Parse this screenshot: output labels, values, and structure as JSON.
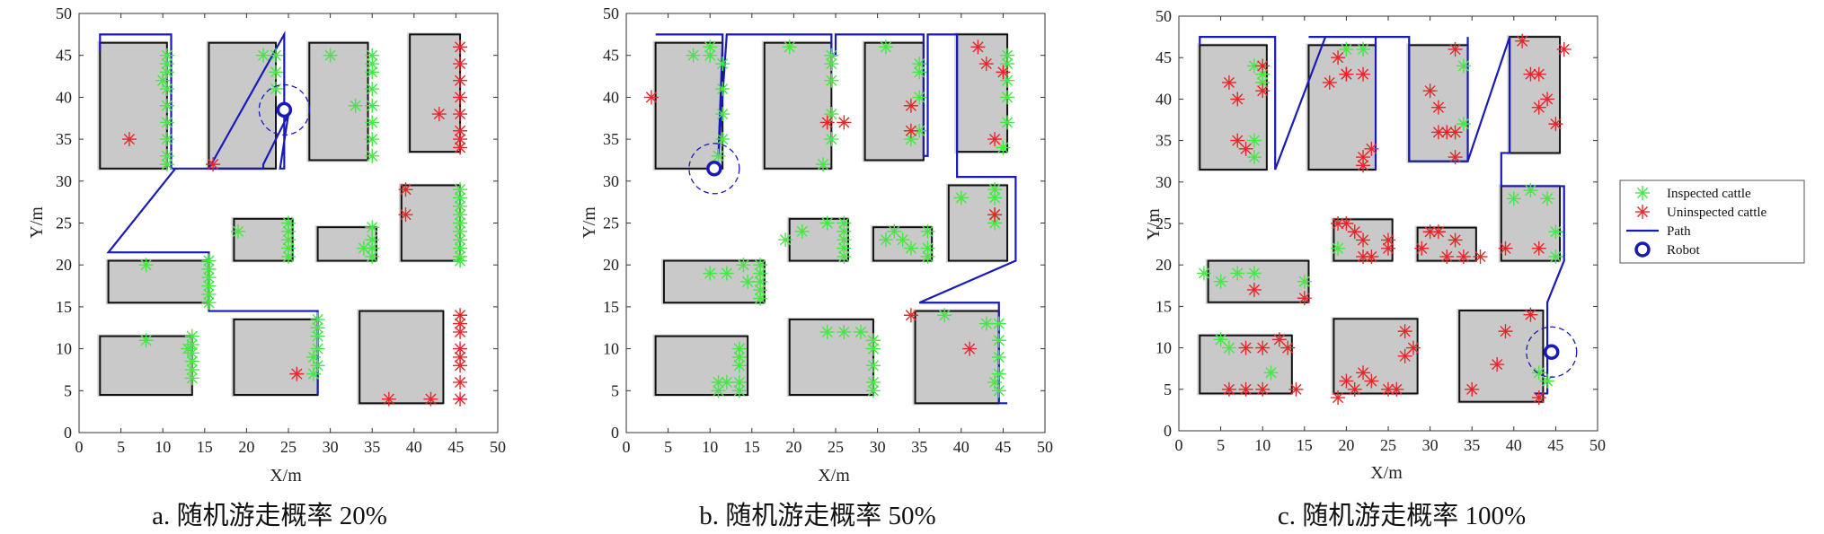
{
  "chart_data": [
    {
      "type": "scatter",
      "caption": "a. 随机游走概率 20%",
      "xlabel": "X/m",
      "ylabel": "Y/m",
      "xlim": [
        0,
        50
      ],
      "ylim": [
        0,
        50
      ],
      "xticks": [
        "0",
        "5",
        "10",
        "15",
        "20",
        "25",
        "30",
        "35",
        "40",
        "45",
        "50"
      ],
      "yticks": [
        "0",
        "5",
        "10",
        "15",
        "20",
        "25",
        "30",
        "35",
        "40",
        "45",
        "50"
      ],
      "pens": [
        {
          "x": [
            2.5,
            10.5
          ],
          "y": [
            31.5,
            46.5
          ]
        },
        {
          "x": [
            15.5,
            23.5
          ],
          "y": [
            31.5,
            46.5
          ]
        },
        {
          "x": [
            27.5,
            34.5
          ],
          "y": [
            32.5,
            46.5
          ]
        },
        {
          "x": [
            39.5,
            45.5
          ],
          "y": [
            33.5,
            47.5
          ]
        },
        {
          "x": [
            3.5,
            15.5
          ],
          "y": [
            15.5,
            20.5
          ]
        },
        {
          "x": [
            18.5,
            25.5
          ],
          "y": [
            20.5,
            25.5
          ]
        },
        {
          "x": [
            28.5,
            35.5
          ],
          "y": [
            20.5,
            24.5
          ]
        },
        {
          "x": [
            38.5,
            45.5
          ],
          "y": [
            20.5,
            29.5
          ]
        },
        {
          "x": [
            2.5,
            13.5
          ],
          "y": [
            4.5,
            11.5
          ]
        },
        {
          "x": [
            18.5,
            28.5
          ],
          "y": [
            4.5,
            13.5
          ]
        },
        {
          "x": [
            33.5,
            43.5
          ],
          "y": [
            3.5,
            14.5
          ]
        }
      ],
      "inspected": {
        "x": [
          10.5,
          10.5,
          10.5,
          10.5,
          10.5,
          10.5,
          10.5,
          10.5,
          10.5,
          10,
          22,
          23.5,
          23.5,
          23.5,
          35,
          35,
          35,
          35,
          35,
          35,
          35,
          35,
          30,
          33,
          8,
          15.5,
          15.5,
          15.5,
          15.5,
          15.5,
          15.5,
          19,
          25,
          25,
          25,
          25,
          25,
          35,
          35,
          35,
          35,
          34,
          45.5,
          45.5,
          45.5,
          45.5,
          45.5,
          45.5,
          45.5,
          45.5,
          45.5,
          45.5,
          8,
          13.5,
          13.5,
          13.5,
          13.5,
          13.5,
          13.5,
          13,
          28.5,
          28.5,
          28.5,
          28.5,
          28.5,
          28,
          28
        ],
        "y": [
          45,
          43,
          41,
          39,
          37,
          35,
          33,
          32,
          44,
          42,
          45,
          45,
          43,
          41,
          45,
          43,
          41,
          39,
          37,
          35,
          33,
          44,
          45,
          39,
          20,
          20.5,
          19.5,
          18.5,
          17.5,
          16.5,
          15.5,
          24,
          25,
          24,
          23,
          22,
          21,
          24.5,
          23,
          22,
          21,
          22,
          29,
          28,
          27,
          26,
          25,
          24,
          23,
          22,
          21,
          20.5,
          11,
          11.5,
          10.5,
          9.5,
          8.5,
          7.5,
          6.5,
          10,
          13.5,
          12.5,
          11.5,
          10,
          8,
          9,
          7
        ]
      },
      "uninspected": {
        "x": [
          6,
          16,
          39,
          39,
          45.5,
          45.5,
          45.5,
          45.5,
          45.5,
          45.5,
          45.5,
          45.5,
          43,
          45.5,
          45.5,
          45.5,
          45.5,
          45.5,
          45.5,
          45.5,
          45.5,
          42,
          37,
          26
        ],
        "y": [
          35,
          32,
          29,
          26,
          46,
          44,
          42,
          40,
          38,
          36,
          34,
          35,
          38,
          14,
          12,
          10,
          8,
          6,
          4,
          13,
          9,
          4,
          4,
          7
        ]
      },
      "path": {
        "x": [
          2.5,
          2.5,
          11,
          11,
          15.5,
          24.5,
          24.5,
          24,
          25,
          22,
          22,
          11.5,
          11.5,
          3.5,
          3.5,
          15.5,
          15.5,
          18.5,
          18.5,
          28.5,
          28.5,
          28.5
        ],
        "y": [
          45.5,
          47.5,
          47.5,
          31.5,
          31.5,
          47.5,
          31.5,
          31.5,
          38,
          32,
          31.5,
          31.5,
          31.5,
          21.5,
          21.5,
          21.5,
          14.5,
          14.5,
          14.5,
          14.5,
          4.5,
          4.5
        ]
      },
      "path_points": [
        [
          2.5,
          46.5
        ],
        [
          2.5,
          47.5
        ],
        [
          11,
          47.5
        ],
        [
          11,
          46.5
        ],
        [
          15.5,
          47.5
        ],
        [
          24.5,
          47.5
        ],
        [
          24.5,
          31.5
        ],
        [
          24,
          38.5
        ],
        [
          24.5,
          31.5
        ],
        [
          11.5,
          31.5
        ],
        [
          11,
          31.5
        ],
        [
          3.5,
          21.5
        ],
        [
          15,
          21.5
        ],
        [
          16,
          21.5
        ],
        [
          16,
          15.5
        ],
        [
          16,
          14.5
        ],
        [
          18.5,
          14.5
        ],
        [
          29,
          14.5
        ],
        [
          29,
          4.5
        ],
        [
          28.5,
          4.5
        ]
      ],
      "robot": {
        "x": 24.5,
        "y": 38.5,
        "radius": 3
      }
    },
    {
      "type": "scatter",
      "caption": "b. 随机游走概率 50%",
      "xlabel": "X/m",
      "ylabel": "Y/m",
      "xlim": [
        0,
        50
      ],
      "ylim": [
        0,
        50
      ],
      "xticks": [
        "0",
        "5",
        "10",
        "15",
        "20",
        "25",
        "30",
        "35",
        "40",
        "45",
        "50"
      ],
      "yticks": [
        "0",
        "5",
        "10",
        "15",
        "20",
        "25",
        "30",
        "35",
        "40",
        "45",
        "50"
      ],
      "pens": [
        {
          "x": [
            3.5,
            11.5
          ],
          "y": [
            31.5,
            46.5
          ]
        },
        {
          "x": [
            16.5,
            24.5
          ],
          "y": [
            31.5,
            46.5
          ]
        },
        {
          "x": [
            28.5,
            35.5
          ],
          "y": [
            32.5,
            46.5
          ]
        },
        {
          "x": [
            39.5,
            45.5
          ],
          "y": [
            33.5,
            47.5
          ]
        },
        {
          "x": [
            4.5,
            16.5
          ],
          "y": [
            15.5,
            20.5
          ]
        },
        {
          "x": [
            19.5,
            26.5
          ],
          "y": [
            20.5,
            25.5
          ]
        },
        {
          "x": [
            29.5,
            36.5
          ],
          "y": [
            20.5,
            24.5
          ]
        },
        {
          "x": [
            38.5,
            45.5
          ],
          "y": [
            20.5,
            29.5
          ]
        },
        {
          "x": [
            3.5,
            14.5
          ],
          "y": [
            4.5,
            11.5
          ]
        },
        {
          "x": [
            19.5,
            29.5
          ],
          "y": [
            4.5,
            13.5
          ]
        },
        {
          "x": [
            34.5,
            44.5
          ],
          "y": [
            3.5,
            14.5
          ]
        }
      ],
      "inspected": {
        "x": [
          8,
          10,
          10,
          11.5,
          11.5,
          11.5,
          11.5,
          11,
          19.5,
          24.5,
          24.5,
          24.5,
          24.5,
          24.5,
          23.5,
          31,
          35,
          35,
          35,
          35,
          34,
          45.5,
          45.5,
          45.5,
          45.5,
          45.5,
          45,
          10,
          12,
          14,
          16,
          16,
          16,
          16,
          16,
          14.5,
          19,
          21,
          24,
          26,
          26,
          26,
          26,
          26,
          31,
          32,
          33,
          34,
          36,
          36,
          36,
          44,
          44,
          44,
          44,
          40,
          11,
          11,
          12,
          13.5,
          13.5,
          13.5,
          13.5,
          13.5,
          24,
          26,
          28,
          29.5,
          29.5,
          29.5,
          29.5,
          29.5,
          43,
          44.5,
          44.5,
          44.5,
          44.5,
          44.5,
          44,
          38
        ],
        "y": [
          45,
          46,
          45,
          44,
          41,
          38,
          35,
          33,
          46,
          45,
          44,
          42,
          38,
          35,
          32,
          46,
          43,
          44,
          40,
          36,
          35,
          45,
          44,
          42,
          40,
          37,
          34,
          19,
          19,
          20,
          20,
          19,
          18,
          17,
          16,
          18,
          23,
          24,
          25,
          25,
          24,
          23,
          22,
          21,
          23,
          24,
          23,
          22,
          24,
          22,
          21,
          29,
          28,
          26,
          25,
          28,
          6,
          5,
          6,
          10,
          9,
          8,
          6,
          5,
          12,
          12,
          12,
          11,
          10,
          8,
          6,
          5,
          13,
          13,
          11,
          9,
          7,
          5,
          6,
          14
        ]
      },
      "uninspected": {
        "x": [
          3,
          24,
          26,
          34,
          34,
          42,
          43,
          45,
          44,
          44,
          34,
          41,
          44
        ],
        "y": [
          40,
          37,
          37,
          39,
          36,
          46,
          44,
          43,
          35,
          26,
          14,
          10,
          26
        ]
      },
      "path": {
        "x": [
          3.5,
          11.5,
          11.5,
          11,
          11,
          12,
          12,
          24.5,
          24.5,
          25,
          25,
          35.5,
          35.5,
          36,
          36,
          39.5,
          39.5,
          39.5,
          46.5,
          46.5,
          46.5,
          46.5,
          46.5,
          35,
          35,
          44.5,
          44.5,
          45.5,
          45.5
        ],
        "y": [
          47.5,
          47.5,
          46.5,
          33,
          33,
          47.5,
          47.5,
          47.5,
          45,
          45,
          47.5,
          47.5,
          33,
          33,
          47.5,
          47.5,
          33,
          30.5,
          30.5,
          29.5,
          29.5,
          20.5,
          20.5,
          15.5,
          15.5,
          15.5,
          3.5,
          3.5,
          3.5
        ]
      },
      "robot": {
        "x": 10.5,
        "y": 31.5,
        "radius": 3
      }
    },
    {
      "type": "scatter",
      "caption": "c.    随机游走概率 100%",
      "xlabel": "X/m",
      "ylabel": "Y/m",
      "xlim": [
        0,
        50
      ],
      "ylim": [
        0,
        50
      ],
      "xticks": [
        "0",
        "5",
        "10",
        "15",
        "20",
        "25",
        "30",
        "35",
        "40",
        "45",
        "50"
      ],
      "yticks": [
        "0",
        "5",
        "10",
        "15",
        "20",
        "25",
        "30",
        "35",
        "40",
        "45",
        "50"
      ],
      "pens": [
        {
          "x": [
            2.5,
            10.5
          ],
          "y": [
            31.5,
            46.5
          ]
        },
        {
          "x": [
            15.5,
            23.5
          ],
          "y": [
            31.5,
            46.5
          ]
        },
        {
          "x": [
            27.5,
            34.5
          ],
          "y": [
            32.5,
            46.5
          ]
        },
        {
          "x": [
            39.5,
            45.5
          ],
          "y": [
            33.5,
            47.5
          ]
        },
        {
          "x": [
            3.5,
            15.5
          ],
          "y": [
            15.5,
            20.5
          ]
        },
        {
          "x": [
            18.5,
            25.5
          ],
          "y": [
            20.5,
            25.5
          ]
        },
        {
          "x": [
            28.5,
            35.5
          ],
          "y": [
            20.5,
            24.5
          ]
        },
        {
          "x": [
            38.5,
            45.5
          ],
          "y": [
            20.5,
            29.5
          ]
        },
        {
          "x": [
            2.5,
            13.5
          ],
          "y": [
            4.5,
            11.5
          ]
        },
        {
          "x": [
            18.5,
            28.5
          ],
          "y": [
            4.5,
            13.5
          ]
        },
        {
          "x": [
            33.5,
            43.5
          ],
          "y": [
            3.5,
            14.5
          ]
        }
      ],
      "inspected": {
        "x": [
          9,
          10,
          10,
          9,
          9,
          20,
          22,
          34,
          34,
          40,
          42,
          44,
          45,
          45,
          3,
          5,
          7,
          9,
          15,
          19,
          5,
          6,
          11,
          43,
          44
        ],
        "y": [
          44,
          43,
          42,
          35,
          33,
          46,
          46,
          44,
          37,
          28,
          29,
          28,
          24,
          21,
          19,
          18,
          19,
          19,
          18,
          22,
          11,
          10,
          7,
          7,
          6
        ]
      },
      "uninspected": {
        "x": [
          6,
          7,
          7,
          8,
          10,
          10,
          18,
          19,
          20,
          20,
          22,
          23,
          22,
          22,
          30,
          31,
          31,
          32,
          33,
          33,
          41,
          42,
          43,
          43,
          44,
          45,
          46,
          19,
          20,
          21,
          22,
          22,
          23,
          25,
          25,
          29,
          30,
          31,
          32,
          33,
          34,
          36,
          39,
          43,
          9,
          8,
          10,
          12,
          13,
          14,
          15,
          19,
          21,
          20,
          22,
          23,
          25,
          27,
          27,
          28,
          26,
          33,
          35,
          38,
          39,
          42,
          43,
          6,
          8,
          10
        ],
        "y": [
          42,
          40,
          35,
          34,
          44,
          41,
          42,
          45,
          43,
          43,
          43,
          34,
          33,
          32,
          41,
          39,
          36,
          36,
          36,
          46,
          47,
          43,
          43,
          39,
          40,
          37,
          46,
          25,
          25,
          24,
          21,
          23,
          21,
          22,
          23,
          22,
          24,
          24,
          21,
          23,
          21,
          21,
          22,
          22,
          17,
          10,
          10,
          11,
          10,
          5,
          16,
          4,
          5,
          6,
          7,
          6,
          5,
          9,
          12,
          10,
          5,
          33,
          5,
          8,
          12,
          14,
          4,
          5,
          5,
          5
        ]
      },
      "path": {
        "x": [
          2.5,
          2.5,
          11.5,
          11.5,
          11.5,
          11.5,
          11.5,
          17.5,
          17.5,
          15.5,
          23.5,
          23.5,
          23.5,
          23.5,
          27.5,
          27.5,
          27.5,
          34.5,
          34.5,
          34.5,
          39.5,
          39.5,
          38.5,
          38.5,
          46,
          46,
          46,
          44,
          46,
          44,
          44,
          42.5
        ],
        "y": [
          46.5,
          47.5,
          47.5,
          46.5,
          31.5,
          31.5,
          31.5,
          47.5,
          47.5,
          47.5,
          47.5,
          31.5,
          31.5,
          47.5,
          47.5,
          32.5,
          32.5,
          32.5,
          47.5,
          32.5,
          47.5,
          33.5,
          33.5,
          29.5,
          29.5,
          20.5,
          20.5,
          15.5,
          20.5,
          15.5,
          4.5,
          4.5
        ]
      },
      "robot": {
        "x": 44.5,
        "y": 9.5,
        "radius": 3
      }
    }
  ],
  "legend": {
    "items": [
      {
        "label": "Inspected cattle",
        "kind": "inspected"
      },
      {
        "label": "Uninspected cattle",
        "kind": "uninspected"
      },
      {
        "label": "Path",
        "kind": "path"
      },
      {
        "label": "Robot",
        "kind": "robot"
      }
    ]
  },
  "colors": {
    "inspected": "#44e844",
    "uninspected": "#e8262a",
    "path": "#1a1ab8",
    "robot": "#1a1ab8",
    "pen_fill": "#c9c9c9",
    "pen_stroke": "#111111"
  }
}
